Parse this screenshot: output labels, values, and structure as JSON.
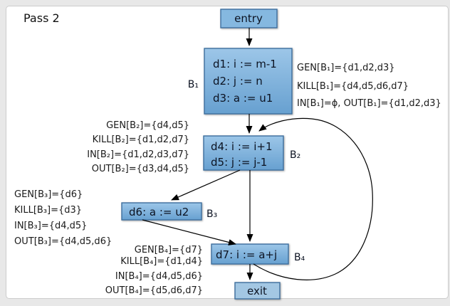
{
  "page": {
    "pass_label": "Pass 2"
  },
  "diagram": {
    "type": "control-flow-graph-dataflow-analysis",
    "nodes": {
      "entry": {
        "label": "entry"
      },
      "b1": {
        "label": "B₁",
        "lines": [
          "d1: i := m-1",
          "d2: j := n",
          "d3: a := u1"
        ]
      },
      "b2": {
        "label": "B₂",
        "lines": [
          "d4: i := i+1",
          "d5: j := j-1"
        ]
      },
      "b3": {
        "label": "B₃",
        "lines": [
          "d6: a := u2"
        ]
      },
      "b4": {
        "label": "B₄",
        "lines": [
          "d7: i := a+j"
        ]
      },
      "exit": {
        "label": "exit"
      }
    },
    "annotations": {
      "b1": [
        "GEN[B₁]={d1,d2,d3}",
        "KILL[B₁]={d4,d5,d6,d7}",
        "IN[B₁]=ϕ, OUT[B₁]={d1,d2,d3}"
      ],
      "b2": [
        "GEN[B₂]={d4,d5}",
        "KILL[B₂]={d1,d2,d7}",
        "IN[B₂]={d1,d2,d3,d7}",
        "OUT[B₂]={d3,d4,d5}"
      ],
      "b3": [
        "GEN[B₃]={d6}",
        "KILL[B₃]={d3}",
        "IN[B₃]={d4,d5}",
        "OUT[B₃]={d4,d5,d6}"
      ],
      "b4": [
        "GEN[B₄]={d7}",
        "KILL[B₄]={d1,d4}",
        "IN[B₄]={d4,d5,d6}",
        "OUT[B₄]={d5,d6,d7}"
      ]
    },
    "edges": [
      "entry→B1",
      "B1→B2",
      "B2→B3",
      "B2→B4",
      "B3→B4",
      "B4→B2 (back edge)",
      "B4→exit"
    ],
    "colors": {
      "canvas_bg": "#e8e8e8",
      "panel_bg": "#ffffff",
      "panel_border": "#cccccc",
      "node_fill_top": "#9cc6e8",
      "node_fill_bottom": "#67a0d0",
      "entry_fill": "#85b8e0",
      "exit_fill": "#a3c7e3",
      "node_border": "#3e6f9e",
      "edge_color": "#000000",
      "text_color": "#0c1322",
      "ann_color": "#1a1a1a"
    }
  }
}
